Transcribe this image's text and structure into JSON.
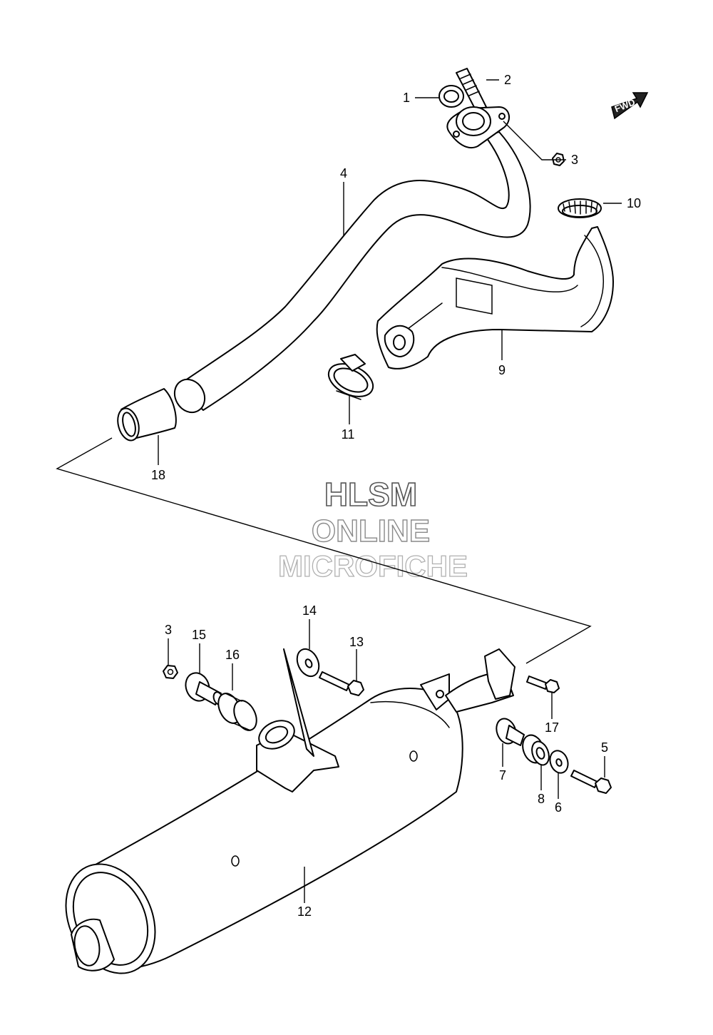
{
  "watermark": {
    "line1": "HLSM",
    "line2": "ONLINE",
    "line3": "MICROFICHE"
  },
  "direction_badge": {
    "label": "FWD",
    "icon": "forward-arrow-icon"
  },
  "callouts": [
    {
      "id": "c1",
      "label": "1"
    },
    {
      "id": "c2",
      "label": "2"
    },
    {
      "id": "c3a",
      "label": "3"
    },
    {
      "id": "c4",
      "label": "4"
    },
    {
      "id": "c10",
      "label": "10"
    },
    {
      "id": "c9",
      "label": "9"
    },
    {
      "id": "c11",
      "label": "11"
    },
    {
      "id": "c18",
      "label": "18"
    },
    {
      "id": "c3b",
      "label": "3"
    },
    {
      "id": "c15",
      "label": "15"
    },
    {
      "id": "c16",
      "label": "16"
    },
    {
      "id": "c14",
      "label": "14"
    },
    {
      "id": "c13",
      "label": "13"
    },
    {
      "id": "c17",
      "label": "17"
    },
    {
      "id": "c5",
      "label": "5"
    },
    {
      "id": "c7",
      "label": "7"
    },
    {
      "id": "c8",
      "label": "8"
    },
    {
      "id": "c6",
      "label": "6"
    },
    {
      "id": "c12",
      "label": "12"
    }
  ]
}
